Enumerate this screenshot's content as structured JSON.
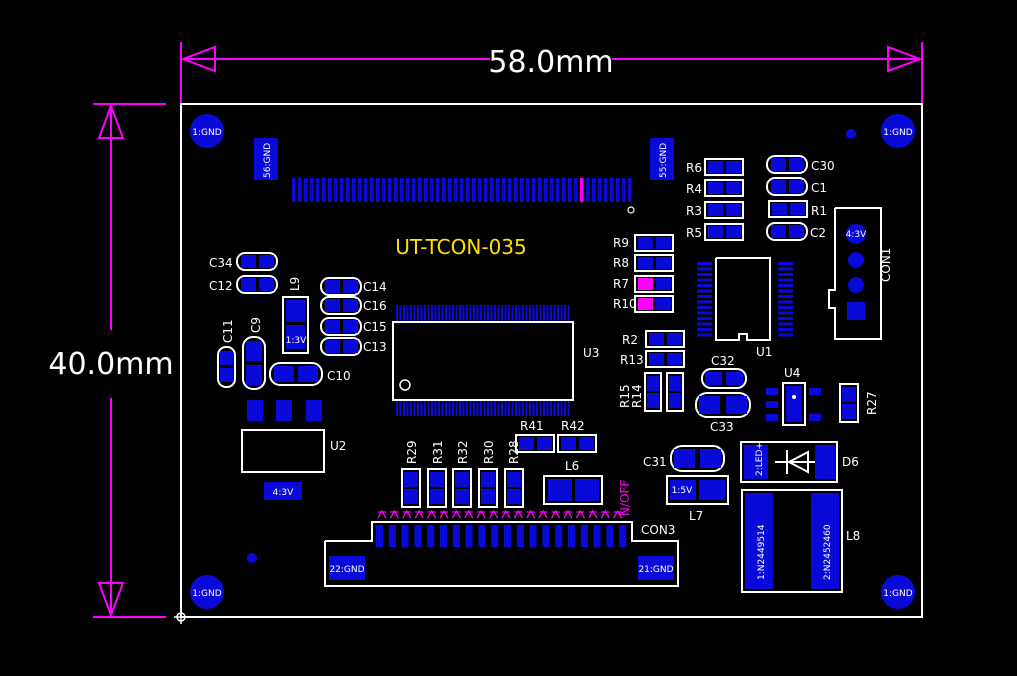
{
  "dimensions": {
    "width_label": "58.0mm",
    "height_label": "40.0mm"
  },
  "board": {
    "title": "UT-TCON-035",
    "mount_hole_label": "1:GND",
    "top_pad_left": "56:GND",
    "top_pad_right": "55:GND",
    "bottom_pad_left": "22:GND",
    "bottom_pad_right": "21:GND",
    "con1_pad_label": "4:3V",
    "l9_pad_label": "1:3V",
    "u2_pad_label": "4:3V",
    "l7_pad_label": "1:5V",
    "d6_pad_label": "2:LED+",
    "l8_pad_left": "1:N2449514",
    "l8_pad_right": "2:N2452460",
    "on_off_label": "N/OFF"
  },
  "designators": {
    "C34": "C34",
    "C12": "C12",
    "C11": "C11",
    "C9": "C9",
    "C10": "C10",
    "L9": "L9",
    "C14": "C14",
    "C16": "C16",
    "C15": "C15",
    "C13": "C13",
    "U2": "U2",
    "U3": "U3",
    "R9": "R9",
    "R8": "R8",
    "R7": "R7",
    "R10": "R10",
    "R2": "R2",
    "R13": "R13",
    "R15": "R15",
    "R14": "R14",
    "R6": "R6",
    "R4": "R4",
    "R3": "R3",
    "R5": "R5",
    "C30": "C30",
    "C1": "C1",
    "R1": "R1",
    "C2": "C2",
    "CON1": "CON1",
    "U1": "U1",
    "C32": "C32",
    "C33": "C33",
    "U4": "U4",
    "R27": "R27",
    "C31": "C31",
    "L7": "L7",
    "D6": "D6",
    "L8": "L8",
    "R41": "R41",
    "R42": "R42",
    "L6": "L6",
    "R29": "R29",
    "R31": "R31",
    "R32": "R32",
    "R30": "R30",
    "R28": "R28",
    "CON3": "CON3"
  },
  "colors": {
    "background": "#000000",
    "board_outline": "#ffffff",
    "dimension": "#ff00ff",
    "pad": "#0a0ad8",
    "highlight_pad": "#ff00ff",
    "title": "#ffe000"
  }
}
